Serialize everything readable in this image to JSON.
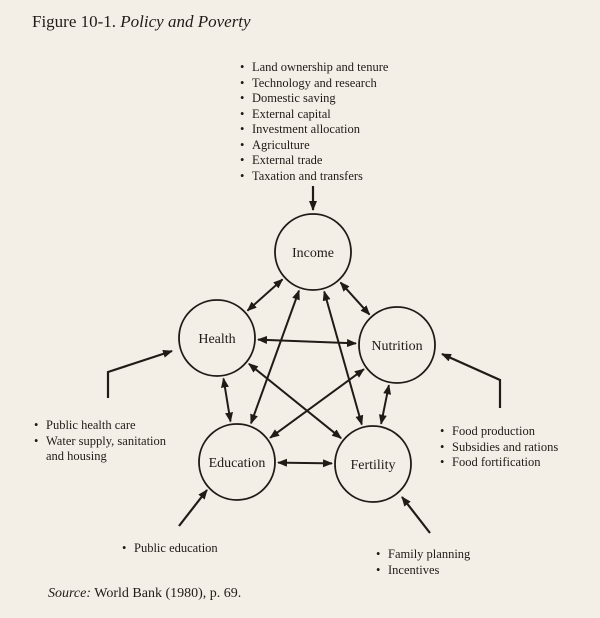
{
  "figure": {
    "number": "Figure 10-1.",
    "title": "Policy and Poverty"
  },
  "nodes": {
    "income": "Income",
    "health": "Health",
    "nutrition": "Nutrition",
    "education": "Education",
    "fertility": "Fertility"
  },
  "policies": {
    "income": [
      "Land ownership and tenure",
      "Technology and research",
      "Domestic saving",
      "External capital",
      "Investment allocation",
      "Agriculture",
      "External trade",
      "Taxation and transfers"
    ],
    "health": [
      "Public health care",
      "Water supply, sanitation",
      "and housing"
    ],
    "nutrition": [
      "Food production",
      "Subsidies and rations",
      "Food fortification"
    ],
    "education": [
      "Public education"
    ],
    "fertility": [
      "Family planning",
      "Incentives"
    ]
  },
  "source": {
    "label": "Source:",
    "text": "World Bank (1980), p. 69."
  }
}
